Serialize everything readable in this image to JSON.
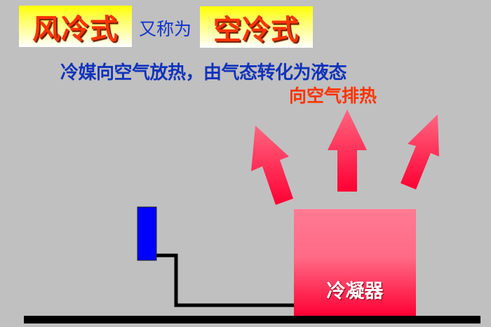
{
  "title": {
    "term1": "风冷式",
    "connector": "又称为",
    "term2": "空冷式"
  },
  "description": {
    "line1": "冷媒向空气放热，由气态转化为液态",
    "line2": "向空气排热"
  },
  "diagram": {
    "condenser_label": "冷凝器",
    "arrows": [
      "left-arrow",
      "center-arrow",
      "right-arrow"
    ],
    "colors": {
      "background": "#c0c0c0",
      "highlight_box": "#ffff00",
      "title_text": "#ff3300",
      "description_text": "#1133bb",
      "arrow_top": "#ff6680",
      "arrow_bottom": "#ff0033",
      "condenser_top": "#ff7a92",
      "condenser_bottom": "#ff0033",
      "evaporator": "#0000ff",
      "pipe": "#000000",
      "ground": "#000000"
    }
  }
}
